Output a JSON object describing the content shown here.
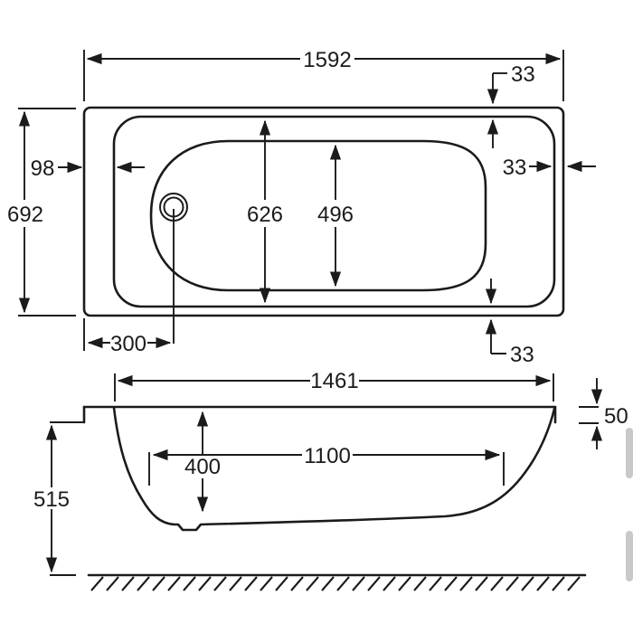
{
  "drawing": {
    "description": "Bathtub technical dimension drawing: plan (top) view and side elevation",
    "ink": "#1b1b1b",
    "background": "#ffffff",
    "scrollbar_color": "#c9c9c9",
    "top_view": {
      "overall_length": "1592",
      "overall_width": "692",
      "left_rim_inset": "98",
      "top_rim_inset": "33",
      "right_rim_inset": "33",
      "bottom_rim_inset": "33",
      "inner_width": "626",
      "floor_width": "496",
      "drain_offset_from_end": "300"
    },
    "side_view": {
      "top_inner_length": "1461",
      "rim_edge_height": "50",
      "internal_depth": "400",
      "floor_length": "1100",
      "underside_height": "515"
    }
  }
}
